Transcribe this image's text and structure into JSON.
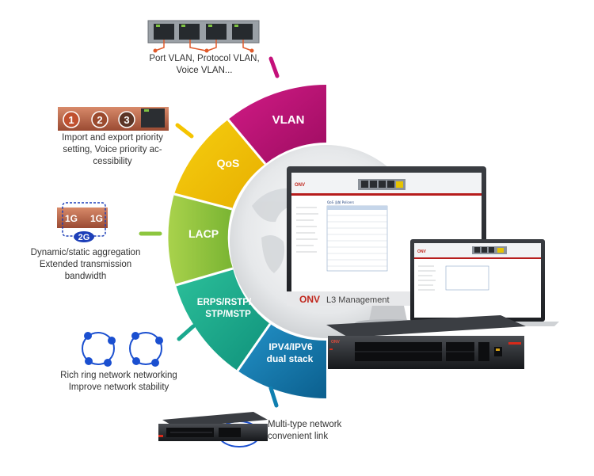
{
  "wheel": {
    "segments": [
      {
        "label": "VLAN",
        "color": "#c4107a"
      },
      {
        "label": "QoS",
        "color": "#f5c400"
      },
      {
        "label": "LACP",
        "color": "#8dc63f"
      },
      {
        "label": "ERPS/RSTP/",
        "label2": "STP/MSTP",
        "color": "#1aa88e"
      },
      {
        "label": "IPV4/IPV6",
        "label2": "dual stack",
        "color": "#0f7fb0"
      }
    ]
  },
  "captions": {
    "vlan": {
      "line1": "Port VLAN, Protocol VLAN,",
      "line2": "Voice VLAN..."
    },
    "qos": {
      "line1": "Import and export priority",
      "line2": "setting, Voice priority ac-",
      "line3": "cessibility"
    },
    "lacp": {
      "line1": "Dynamic/static aggregation",
      "line2": "Extended transmission",
      "line3": "bandwidth"
    },
    "ring": {
      "line1": "Rich ring network networking",
      "line2": "Improve network stability"
    },
    "link": {
      "line1": "Multi-type network",
      "line2": "convenient link"
    }
  },
  "qos_badges": [
    "1",
    "2",
    "3"
  ],
  "lacp_ports": [
    "1G",
    "1G"
  ],
  "lacp_total": "2G",
  "monitor": {
    "brand": "ONV",
    "title": "L3 Management",
    "panel_title": "QoS 当前 Policers"
  },
  "laptop": {
    "brand": "ONV"
  },
  "switch_brand": "ONV"
}
